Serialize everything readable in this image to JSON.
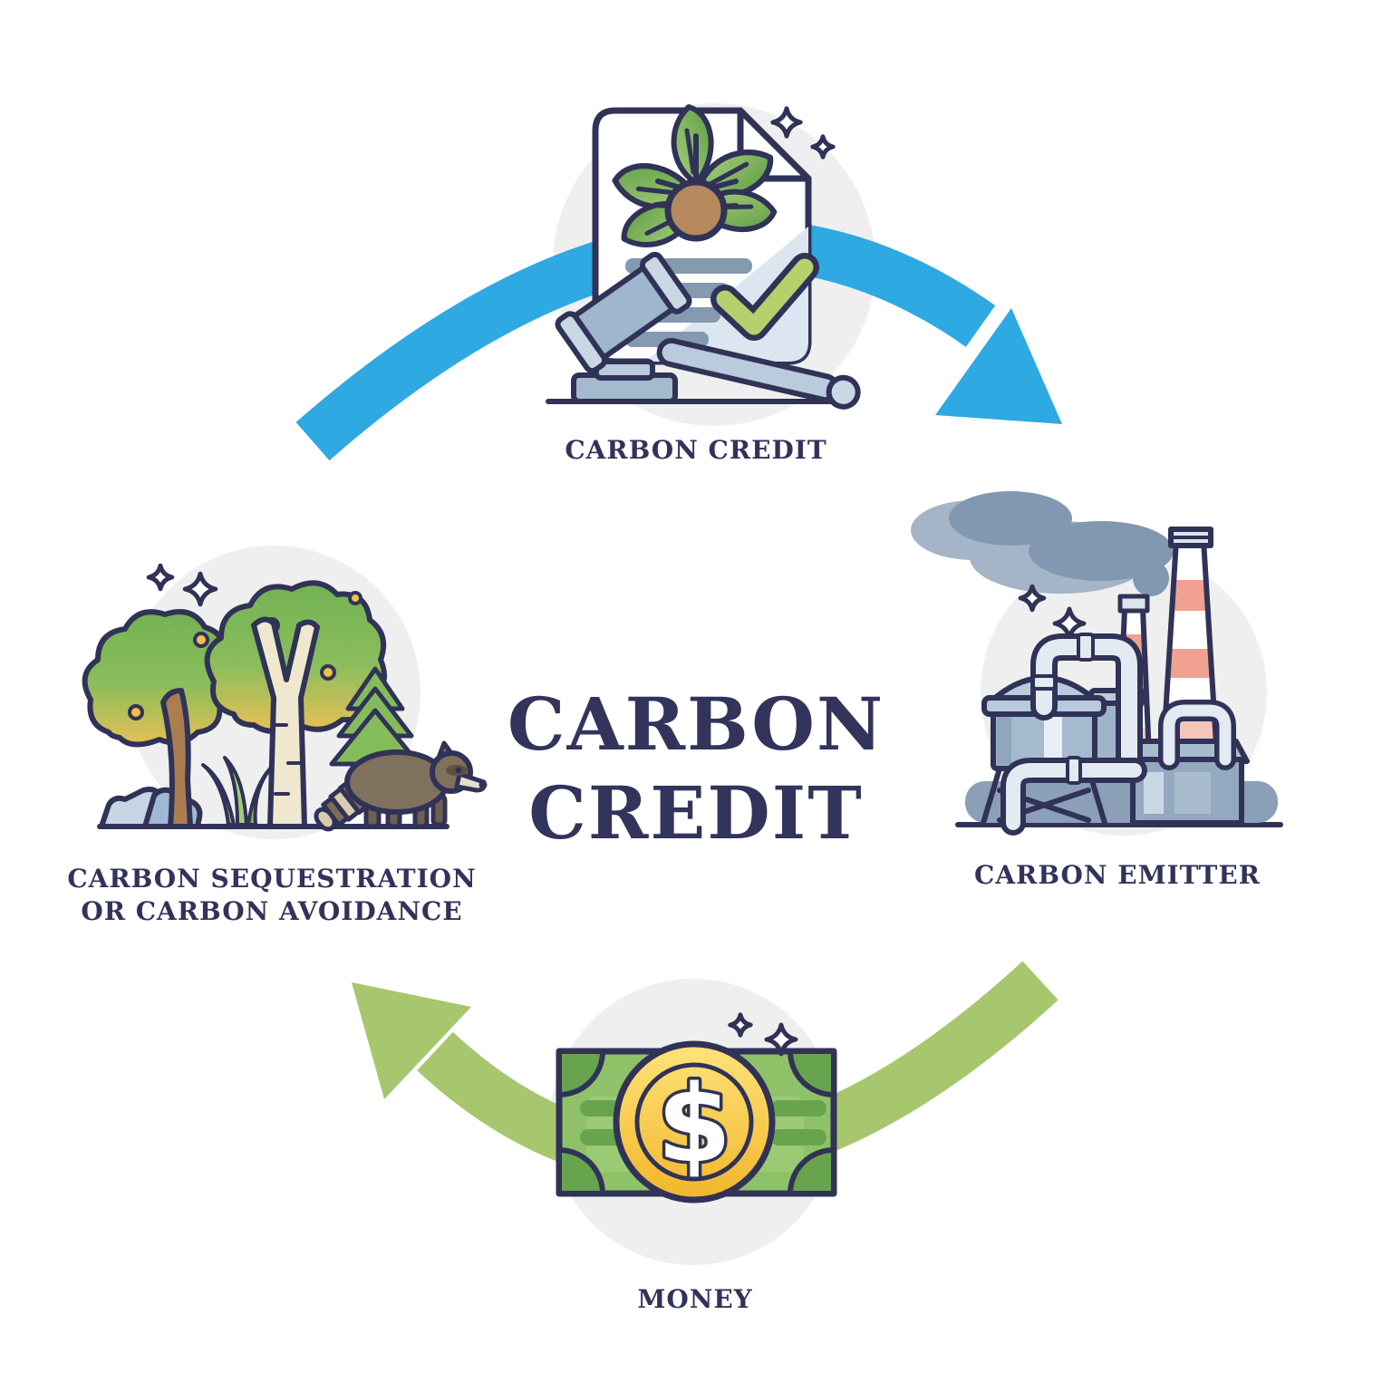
{
  "title": {
    "line1": "CARBON",
    "line2": "CREDIT"
  },
  "nodes": {
    "carbon_credit": {
      "position": "top",
      "label": "CARBON CREDIT",
      "icon": "certificate-plant-gavel-icon"
    },
    "carbon_emitter": {
      "position": "right",
      "label": "CARBON EMITTER",
      "icon": "factory-smokestacks-icon"
    },
    "carbon_sequestration": {
      "position": "left",
      "label_line1": "CARBON SEQUESTRATION",
      "label_line2": "OR CARBON AVOIDANCE",
      "icon": "trees-wildlife-icon"
    },
    "money": {
      "position": "bottom",
      "label": "MONEY",
      "icon": "banknote-dollar-coin-icon"
    }
  },
  "arrows": [
    {
      "name": "top-cycle-arrow",
      "color": "#2FA9E1",
      "path": "left side over carbon-credit document toward carbon emitter",
      "head": "down-right"
    },
    {
      "name": "bottom-cycle-arrow",
      "color": "#A6C76E",
      "path": "below carbon emitter behind money toward carbon sequestration",
      "head": "up-left"
    }
  ],
  "palette": {
    "outline_navy": "#303357",
    "text_navy": "#32335B",
    "arrow_blue": "#2FA9E1",
    "arrow_green": "#A6C76E",
    "circle_gray": "#EFEFEF",
    "leaf_green": "#7FB85A",
    "check_green": "#B5D16C",
    "soil_brown": "#B5895C",
    "steel_blue": "#A5BACE",
    "smoke_gray": "#8298B0",
    "chimney_salmon": "#F0A191",
    "trunk_brown": "#AA7E50",
    "birch_cream": "#EFE7CE",
    "accent_yellow": "#F2BE4C",
    "note_green": "#8FC268",
    "note_dark_green": "#67A44D",
    "coin_gold": "#F7C83B"
  }
}
